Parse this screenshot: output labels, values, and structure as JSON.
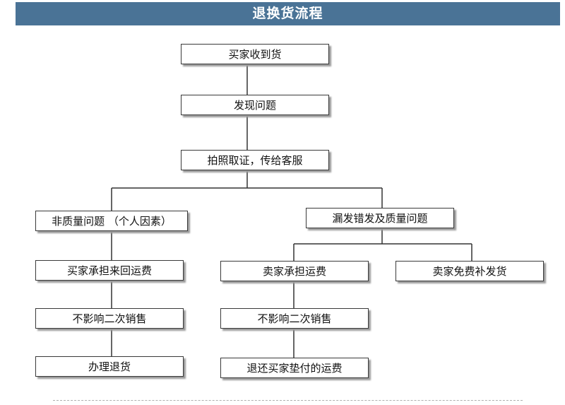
{
  "title": "退换货流程",
  "nodes": {
    "receive": "买家收到货",
    "problem": "发现问题",
    "photo": "拍照取证，传给客服",
    "non_quality": "非质量问题 （个人因素）",
    "quality": "漏发错发及质量问题",
    "buyer_pays": "买家承担来回运费",
    "seller_pays": "卖家承担运费",
    "reship": "卖家免费补发货",
    "no_affect_left": "不影响二次销售",
    "no_affect_right": "不影响二次销售",
    "return": "办理退货",
    "refund_shipping": "退还买家垫付的运费"
  }
}
